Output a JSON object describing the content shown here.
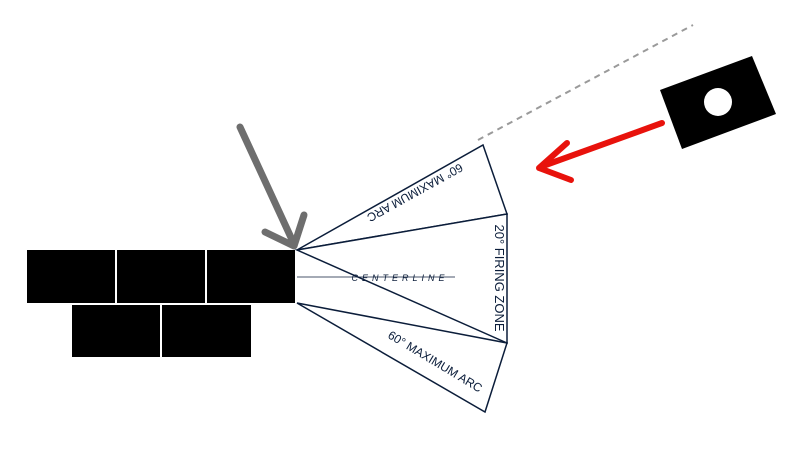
{
  "diagram": {
    "labels": {
      "upper_arc": "60° MAXIMUM ARC",
      "firing_zone": "20° FIRING ZONE",
      "lower_arc": "60° MAXIMUM ARC",
      "centerline": "CENTERLINE"
    },
    "colors": {
      "wall": "#000000",
      "fan_stroke": "#0b1d3a",
      "fan_fill": "#ffffff",
      "approach_arrow": "#e8120c",
      "pointer_arrow": "#6e6e6e",
      "sight_line": "#9a9a9a",
      "target_block": "#000000",
      "target_hole": "#ffffff"
    },
    "icons": {
      "target": "target-block-icon",
      "red_arrow": "arrow-left-icon",
      "gray_arrow": "arrow-down-right-icon"
    }
  }
}
